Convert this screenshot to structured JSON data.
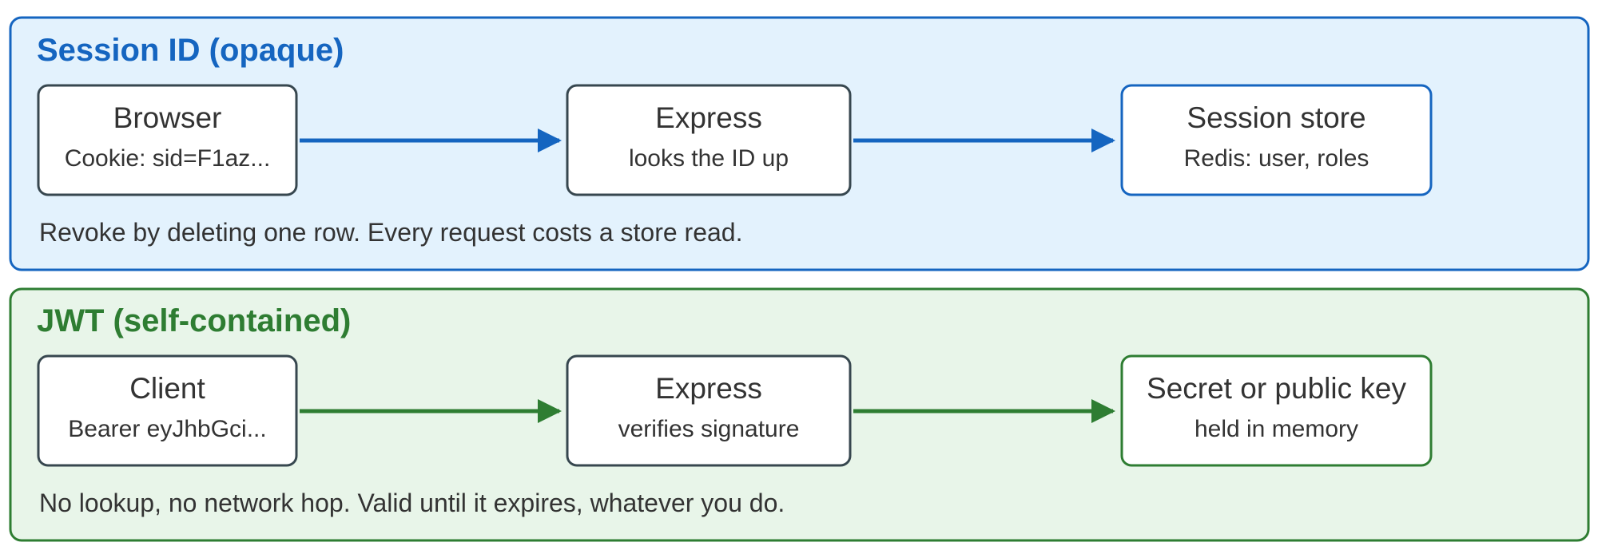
{
  "colors": {
    "session_accent": "#1565c0",
    "session_fill": "#e3f2fd",
    "jwt_accent": "#2e7d32",
    "jwt_fill": "#e8f5e9",
    "neutral_border": "#37474f",
    "text": "#333333",
    "node_fill": "#ffffff"
  },
  "panels": {
    "session": {
      "title": "Session ID (opaque)",
      "note": "Revoke by deleting one row. Every request costs a store read.",
      "nodes": [
        {
          "title": "Browser",
          "subtitle": "Cookie: sid=F1az..."
        },
        {
          "title": "Express",
          "subtitle": "looks the ID up"
        },
        {
          "title": "Session store",
          "subtitle": "Redis: user, roles"
        }
      ]
    },
    "jwt": {
      "title": "JWT (self-contained)",
      "note": "No lookup, no network hop. Valid until it expires, whatever you do.",
      "nodes": [
        {
          "title": "Client",
          "subtitle": "Bearer eyJhbGci..."
        },
        {
          "title": "Express",
          "subtitle": "verifies signature"
        },
        {
          "title": "Secret or public key",
          "subtitle": "held in memory"
        }
      ]
    }
  }
}
